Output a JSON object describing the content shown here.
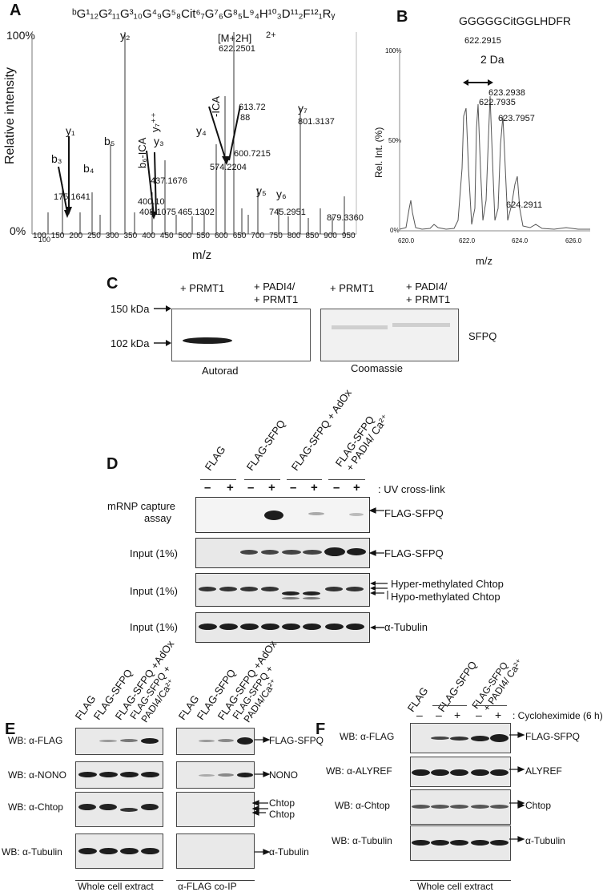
{
  "panel_a": {
    "label": "A",
    "sequence": "ᵇG¹₁₂G²₁₁G³₁₀G⁴₉G⁵₈Cit⁶₇G⁷₆G⁸₅L⁹₄H¹⁰₃D¹¹₂F¹²₁Rᵧ",
    "ylabel": "Relative  intensity",
    "y_top": "100%",
    "y_bottom": "0%",
    "xlabel": "m/z",
    "xticks": [
      "100",
      "150",
      "200",
      "250",
      "300",
      "350",
      "400",
      "450",
      "500",
      "550",
      "600",
      "650",
      "700",
      "750",
      "800",
      "850",
      "900",
      "950"
    ],
    "annotations": {
      "y2": "y₂",
      "mh_label": "[M+2H]",
      "mh_charge": "2+",
      "mh_value": "622.2501",
      "v613": "613.72",
      "v613b": "88",
      "ica": "-ICA",
      "v600": "600.7215",
      "y4": "y₄",
      "v574": "574.2204",
      "y7": "y₇",
      "v801": "801.3137",
      "b3": "b₃",
      "y1": "y₁",
      "b4": "b₄",
      "b5": "b₅",
      "v175": "175.1641",
      "b6ica": "b₆-ICA",
      "y7pp": "y₇⁺⁺",
      "y3": "y₃",
      "v437": "437.1676",
      "v400": "400.10",
      "v408": "408.1075",
      "v465": "465.1302",
      "y5": "y₅",
      "y6": "y₆",
      "v745": "745.2951",
      "v879": "879.3360"
    }
  },
  "panel_b": {
    "label": "B",
    "title": "GGGGGCitGGLHDFR",
    "ylabel": "Rel. Int. (%)",
    "y100": "100%",
    "y50": "50%",
    "y0": "0%",
    "xticks": [
      "620.0",
      "622.0",
      "624.0",
      "626.0"
    ],
    "xlabel": "m/z",
    "peaks": [
      "622.2915",
      "623.2938",
      "622.7935",
      "623.7957",
      "624.2911"
    ],
    "delta": "2 Da"
  },
  "panel_c": {
    "label": "C",
    "col1": "+ PRMT1",
    "col2a": "+ PADI4/",
    "col2b": "+ PRMT1",
    "col3": "+ PRMT1",
    "col4a": "+ PADI4/",
    "col4b": "+ PRMT1",
    "mw150": "150 kDa",
    "mw102": "102 kDa",
    "protein": "SFPQ",
    "autorad": "Autorad",
    "coomassie": "Coomassie"
  },
  "panel_d": {
    "label": "D",
    "lanes": [
      "FLAG",
      "FLAG-SFPQ",
      "FLAG-SFPQ + AdOx"
    ],
    "lane4a": "FLAG-SFPQ",
    "lane4b": "+ PADI4/ Ca²⁺",
    "uv": ": UV cross-link",
    "minus": "–",
    "plus": "+",
    "rows": [
      {
        "left1": "mRNP capture",
        "left2": "assay",
        "right": "FLAG-SFPQ"
      },
      {
        "left1": "Input (1%)",
        "right": "FLAG-SFPQ"
      },
      {
        "left1": "Input (1%)",
        "right1": "Hyper-methylated Chtop",
        "right2": "Hypo-methylated Chtop"
      },
      {
        "left1": "Input (1%)",
        "right": "α-Tubulin"
      }
    ]
  },
  "panel_e": {
    "label": "E",
    "lanes": [
      "FLAG",
      "FLAG-SFPQ",
      "FLAG-SFPQ +AdOx"
    ],
    "lane4a": "FLAG-SFPQ +",
    "lane4b": "PADI4/Ca²⁺",
    "rows": [
      "WB: α-FLAG",
      "WB: α-NONO",
      "WB: α-Chtop",
      "WB: α-Tubulin"
    ],
    "right": [
      "FLAG-SFPQ",
      "NONO",
      "Chtop",
      "Chtop",
      "α-Tubulin"
    ],
    "whole": "Whole cell extract",
    "coip": "α-FLAG co-IP"
  },
  "panel_f": {
    "label": "F",
    "lanes": [
      "FLAG",
      "FLAG-SFPQ"
    ],
    "lane3a": "FLAG-SFPQ",
    "lane3b": "+ PADI4/ Ca²⁺",
    "treat": ": Cycloheximide (6 h)",
    "minus": "–",
    "plus": "+",
    "rows": [
      "WB: α-FLAG",
      "WB: α-ALYREF",
      "WB: α-Chtop",
      "WB: α-Tubulin"
    ],
    "right": [
      "FLAG-SFPQ",
      "ALYREF",
      "Chtop",
      "α-Tubulin"
    ],
    "whole": "Whole cell extract"
  },
  "colors": {
    "band": "#1d1d1d",
    "blot_bg": "#e8e8e8",
    "spectrum": "#555555"
  }
}
